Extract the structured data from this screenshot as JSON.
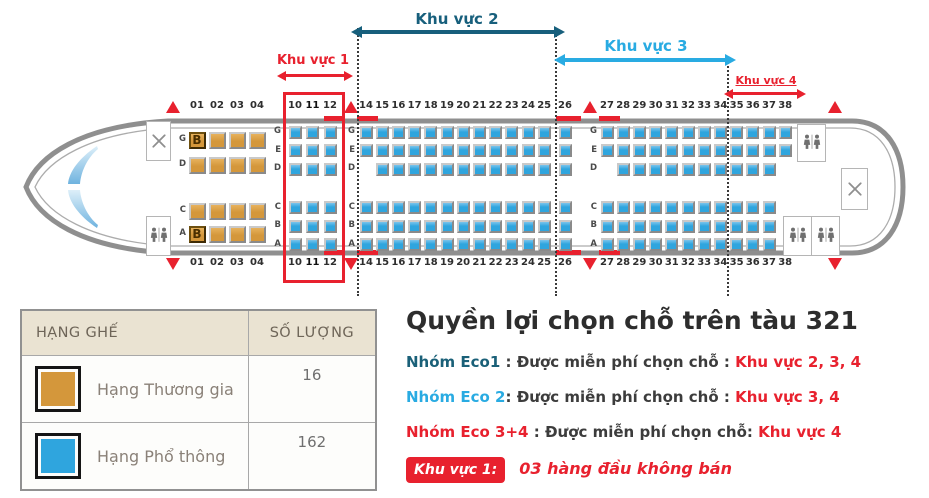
{
  "plane": {
    "aircraft": "321",
    "zones": [
      {
        "id": 1,
        "label": "Khu vực 1",
        "color": "#E8212E"
      },
      {
        "id": 2,
        "label": "Khu vực 2",
        "color": "#175F7C"
      },
      {
        "id": 3,
        "label": "Khu vực 3",
        "color": "#29ABE2"
      },
      {
        "id": 4,
        "label": "Khu vực 4",
        "color": "#E8212E"
      }
    ],
    "seat_colors": {
      "business": "#D4973B",
      "economy": "#2FA5DE"
    }
  },
  "seatmap": {
    "blocks": [
      {
        "id": "business",
        "seat_class": "business",
        "show_letters": true,
        "badge_text": "B",
        "columns": [
          "01",
          "02",
          "03",
          "04"
        ],
        "bold_columns": [],
        "rows_top": [
          {
            "letter": "G",
            "seats": "1111",
            "badge_cols": [
              "01"
            ]
          },
          {
            "letter": "D",
            "seats": "1111",
            "badge_cols": []
          }
        ],
        "rows_bottom": [
          {
            "letter": "C",
            "seats": "1111",
            "badge_cols": []
          },
          {
            "letter": "A",
            "seats": "1111",
            "badge_cols": [
              "01"
            ]
          }
        ]
      },
      {
        "id": "zone1",
        "seat_class": "economy",
        "show_letters": true,
        "columns": [
          "10",
          "11",
          "12"
        ],
        "bold_columns": [
          "11"
        ],
        "rows_top": [
          {
            "letter": "G",
            "seats": "111"
          },
          {
            "letter": "E",
            "seats": "111"
          },
          {
            "letter": "D",
            "seats": "111"
          }
        ],
        "rows_bottom": [
          {
            "letter": "C",
            "seats": "111"
          },
          {
            "letter": "B",
            "seats": "111"
          },
          {
            "letter": "A",
            "seats": "111"
          }
        ]
      },
      {
        "id": "front",
        "seat_class": "economy",
        "show_letters": true,
        "columns": [
          "14",
          "15",
          "16",
          "17",
          "18",
          "19",
          "20",
          "21",
          "22",
          "23",
          "24",
          "25"
        ],
        "bold_columns": [],
        "rows_top": [
          {
            "letter": "G",
            "seats": "111111111111"
          },
          {
            "letter": "E",
            "seats": "111111111111"
          },
          {
            "letter": "D",
            "seats": "011111111111"
          }
        ],
        "rows_bottom": [
          {
            "letter": "C",
            "seats": "111111111111"
          },
          {
            "letter": "B",
            "seats": "111111111111"
          },
          {
            "letter": "A",
            "seats": "111111111111"
          }
        ]
      },
      {
        "id": "mid26",
        "seat_class": "economy",
        "show_letters": false,
        "columns": [
          "26"
        ],
        "bold_columns": [],
        "rows_top": [
          {
            "letter": "G",
            "seats": "1"
          },
          {
            "letter": "E",
            "seats": "1"
          },
          {
            "letter": "D",
            "seats": "1"
          }
        ],
        "rows_bottom": [
          {
            "letter": "C",
            "seats": "1"
          },
          {
            "letter": "B",
            "seats": "1"
          },
          {
            "letter": "A",
            "seats": "1"
          }
        ]
      },
      {
        "id": "rear",
        "seat_class": "economy",
        "show_letters": true,
        "columns": [
          "27",
          "28",
          "29",
          "30",
          "31",
          "32",
          "33",
          "34",
          "35",
          "36",
          "37",
          "38"
        ],
        "bold_columns": [],
        "rows_top": [
          {
            "letter": "G",
            "seats": "111111111111"
          },
          {
            "letter": "E",
            "seats": "111111111111"
          },
          {
            "letter": "D",
            "seats": "011111111110"
          }
        ],
        "rows_bottom": [
          {
            "letter": "C",
            "seats": "111111111110"
          },
          {
            "letter": "B",
            "seats": "111111111110"
          },
          {
            "letter": "A",
            "seats": "111111111110"
          }
        ]
      }
    ]
  },
  "legend": {
    "headers": [
      "HẠNG GHẾ",
      "SỐ LƯỢNG"
    ],
    "rows": [
      {
        "swatch": "business",
        "label": "Hạng Thương gia",
        "count": "16"
      },
      {
        "swatch": "economy",
        "label": "Hạng Phổ thông",
        "count": "162"
      }
    ]
  },
  "benefits": {
    "title": "Quyền lợi chọn chỗ trên tàu 321",
    "lines": [
      {
        "prefix": "Nhóm Eco1",
        "middle": " : Được miễn phí chọn chỗ : ",
        "zones": "Khu vực 2, 3, 4"
      },
      {
        "prefix": "Nhóm Eco 2",
        "middle": ": Được miễn phí chọn chỗ : ",
        "zones": "Khu vực 3, 4"
      },
      {
        "prefix": "Nhóm Eco 3+4",
        "middle": " : Được miễn phí chọn chỗ: ",
        "zones": "Khu vực 4"
      }
    ],
    "note": {
      "badge": "Khu vực 1:",
      "text": "03 hàng đầu không bán"
    }
  }
}
